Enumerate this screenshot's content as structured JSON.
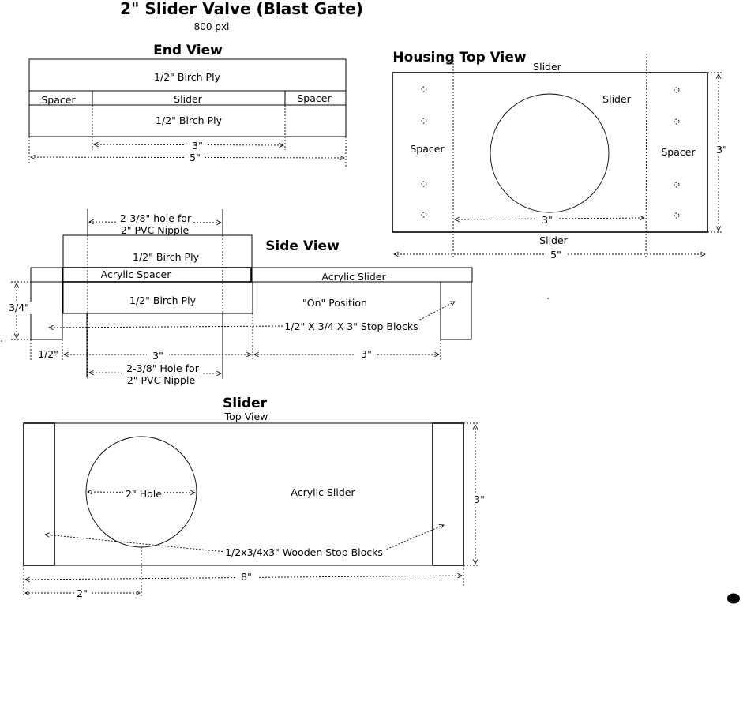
{
  "title": "2\" Slider Valve (Blast Gate)",
  "subtitle": "800 pxl",
  "end_view": {
    "heading": "End View",
    "top_ply": "1/2\" Birch Ply",
    "spacer_left": "Spacer",
    "slider": "Slider",
    "spacer_right": "Spacer",
    "bottom_ply": "1/2\" Birch Ply",
    "dim_inner": "3\"",
    "dim_outer": "5\""
  },
  "housing_top_view": {
    "heading": "Housing Top View",
    "slider_top": "Slider",
    "slider_inner": "Slider",
    "spacer_left": "Spacer",
    "spacer_right": "Spacer",
    "dim_height": "3\"",
    "dim_inner": "3\"",
    "slider_bottom": "Slider",
    "dim_outer": "5\""
  },
  "side_view": {
    "heading": "Side View",
    "hole_top_line1": "2-3/8\" hole for",
    "hole_top_line2": "2\" PVC Nipple",
    "top_ply": "1/2\" Birch Ply",
    "acrylic_spacer": "Acrylic Spacer",
    "acrylic_slider": "Acrylic Slider",
    "bottom_ply": "1/2\" Birch Ply",
    "on_position": "\"On\" Position",
    "dim_height": "3/4\"",
    "stop_blocks": "1/2\" X 3/4 X 3\" Stop Blocks",
    "dim_half": "1/2\"",
    "dim_left": "3\"",
    "dim_right": "3\"",
    "hole_bottom_line1": "2-3/8\" Hole for",
    "hole_bottom_line2": "2\" PVC Nipple"
  },
  "slider_view": {
    "heading": "Slider",
    "subheading": "Top View",
    "hole": "2\" Hole",
    "acrylic_slider": "Acrylic Slider",
    "dim_height": "3\"",
    "stop_blocks": "1/2x3/4x3\" Wooden Stop Blocks",
    "dim_length": "8\"",
    "dim_offset": "2\""
  }
}
